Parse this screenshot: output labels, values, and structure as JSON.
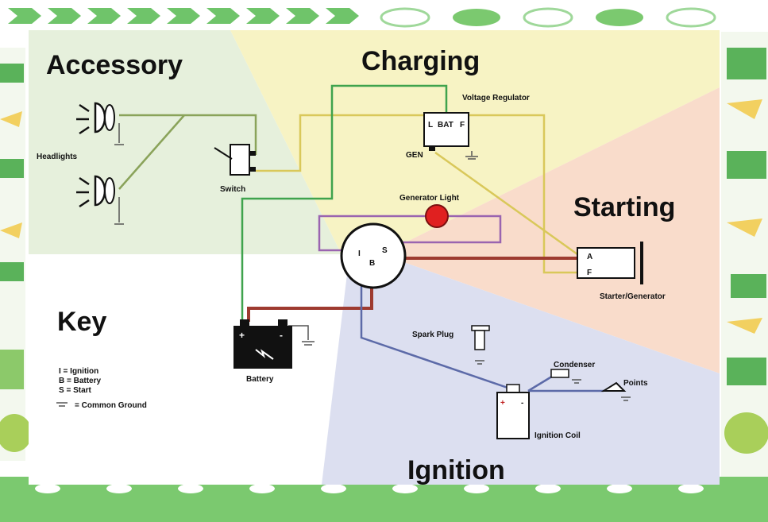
{
  "sections": {
    "accessory": "Accessory",
    "charging": "Charging",
    "starting": "Starting",
    "key": "Key",
    "ignition": "Ignition"
  },
  "components": {
    "headlights": "Headlights",
    "switch": "Switch",
    "voltage_regulator": "Voltage Regulator",
    "regulator_terminals": {
      "l": "L",
      "bat": "BAT",
      "f": "F"
    },
    "gen": "GEN",
    "generator_light": "Generator Light",
    "key_terminals": {
      "i": "I",
      "s": "S",
      "b": "B"
    },
    "starter_terminals": {
      "a": "A",
      "f": "F"
    },
    "starter_generator": "Starter/Generator",
    "battery": "Battery",
    "battery_plus": "+",
    "battery_minus": "-",
    "spark_plug": "Spark Plug",
    "condenser": "Condenser",
    "points": "Points",
    "ignition_coil": "Ignition Coil",
    "coil_plus": "+",
    "coil_minus": "-"
  },
  "legend": {
    "items": [
      "I = Ignition",
      "B = Battery",
      "S = Start"
    ],
    "ground": "= Common Ground"
  },
  "colors": {
    "accessory_bg": "#e6f0dc",
    "charging_bg": "#f7f3c4",
    "starting_bg": "#f9dccb",
    "ignition_bg": "#dcdff0",
    "wire_green": "#3fa34d",
    "wire_olive": "#8aa35a",
    "wire_yellow": "#d9c85a",
    "wire_purple": "#9a64b0",
    "wire_red": "#9e3b30",
    "wire_blue": "#5c6aa8",
    "lamp_red": "#e02020",
    "frame_green": "#7bc96f"
  }
}
